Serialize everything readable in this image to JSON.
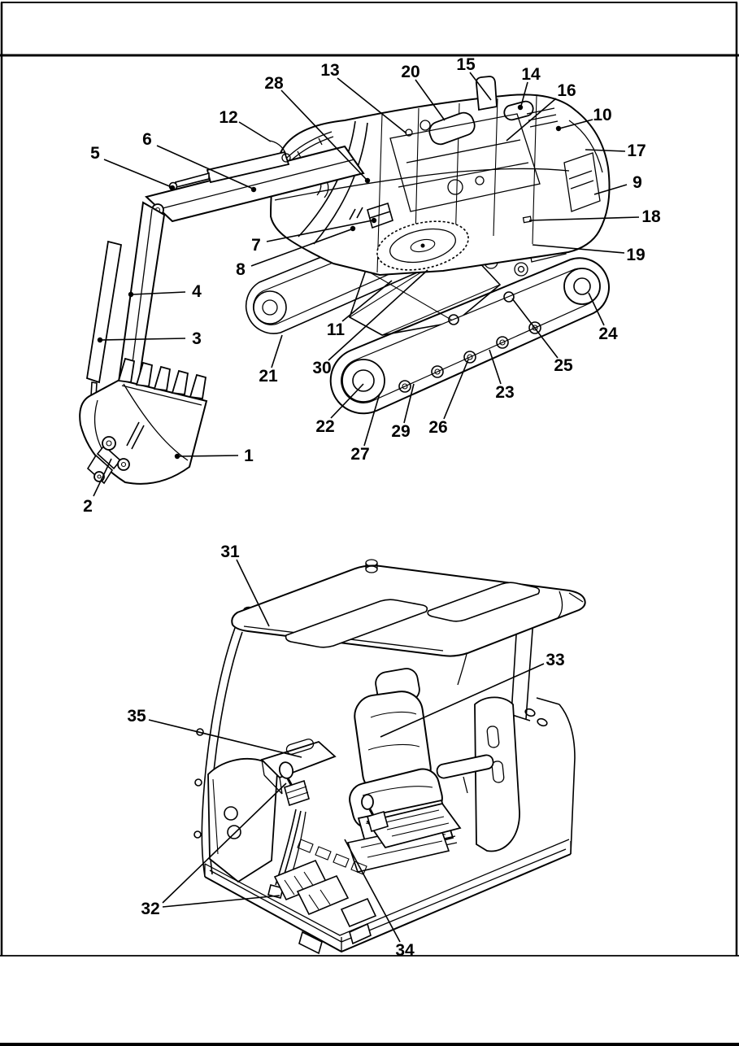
{
  "page": {
    "background": "#ffffff",
    "line_color": "#000000"
  },
  "figure_top": {
    "callouts": [
      {
        "label": "1"
      },
      {
        "label": "2"
      },
      {
        "label": "3"
      },
      {
        "label": "4"
      },
      {
        "label": "5"
      },
      {
        "label": "6"
      },
      {
        "label": "7"
      },
      {
        "label": "8"
      },
      {
        "label": "9"
      },
      {
        "label": "10"
      },
      {
        "label": "11"
      },
      {
        "label": "12"
      },
      {
        "label": "13"
      },
      {
        "label": "14"
      },
      {
        "label": "15"
      },
      {
        "label": "16"
      },
      {
        "label": "17"
      },
      {
        "label": "18"
      },
      {
        "label": "19"
      },
      {
        "label": "20"
      },
      {
        "label": "21"
      },
      {
        "label": "22"
      },
      {
        "label": "23"
      },
      {
        "label": "24"
      },
      {
        "label": "25"
      },
      {
        "label": "26"
      },
      {
        "label": "27"
      },
      {
        "label": "28"
      },
      {
        "label": "29"
      },
      {
        "label": "30"
      }
    ]
  },
  "figure_bottom": {
    "callouts": [
      {
        "label": "31"
      },
      {
        "label": "32"
      },
      {
        "label": "33"
      },
      {
        "label": "34"
      },
      {
        "label": "35"
      }
    ]
  }
}
